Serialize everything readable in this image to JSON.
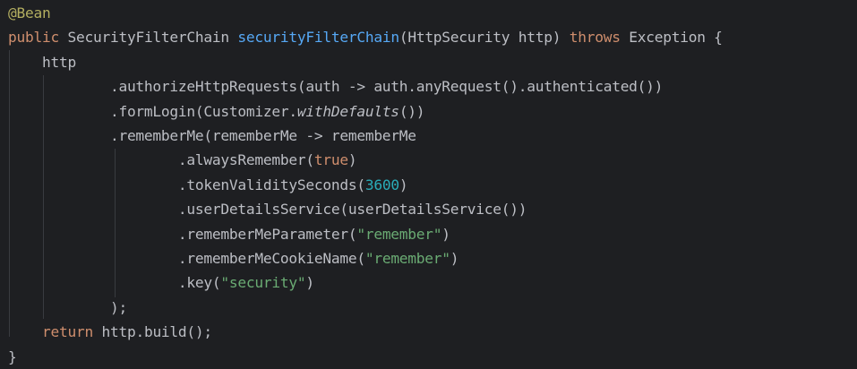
{
  "theme": {
    "background": "#1e1f22",
    "default_text": "#bcbec4",
    "annotation": "#b3ae60",
    "keyword": "#cf8e6d",
    "method_declaration": "#56a8f5",
    "number": "#2aacb8",
    "string": "#6aab73",
    "indent_guide": "#393b40"
  },
  "code": {
    "lines": [
      {
        "tokens": [
          {
            "t": "@Bean",
            "k": "annotation"
          }
        ]
      },
      {
        "tokens": [
          {
            "t": "public",
            "k": "keyword"
          },
          {
            "t": " SecurityFilterChain ",
            "k": "plain"
          },
          {
            "t": "securityFilterChain",
            "k": "method-decl"
          },
          {
            "t": "(HttpSecurity http) ",
            "k": "plain"
          },
          {
            "t": "throws",
            "k": "keyword"
          },
          {
            "t": " Exception {",
            "k": "plain"
          }
        ]
      },
      {
        "tokens": [
          {
            "t": "    http",
            "k": "plain"
          }
        ]
      },
      {
        "tokens": [
          {
            "t": "            .authorizeHttpRequests(auth -> auth.anyRequest().authenticated())",
            "k": "plain"
          }
        ]
      },
      {
        "tokens": [
          {
            "t": "            .formLogin(Customizer.",
            "k": "plain"
          },
          {
            "t": "withDefaults",
            "k": "italic"
          },
          {
            "t": "())",
            "k": "plain"
          }
        ]
      },
      {
        "tokens": [
          {
            "t": "            .rememberMe(rememberMe -> rememberMe",
            "k": "plain"
          }
        ]
      },
      {
        "tokens": [
          {
            "t": "                    .alwaysRemember(",
            "k": "plain"
          },
          {
            "t": "true",
            "k": "keyword"
          },
          {
            "t": ")",
            "k": "plain"
          }
        ]
      },
      {
        "tokens": [
          {
            "t": "                    .tokenValiditySeconds(",
            "k": "plain"
          },
          {
            "t": "3600",
            "k": "number"
          },
          {
            "t": ")",
            "k": "plain"
          }
        ]
      },
      {
        "tokens": [
          {
            "t": "                    .userDetailsService(userDetailsService())",
            "k": "plain"
          }
        ]
      },
      {
        "tokens": [
          {
            "t": "                    .rememberMeParameter(",
            "k": "plain"
          },
          {
            "t": "\"remember\"",
            "k": "string"
          },
          {
            "t": ")",
            "k": "plain"
          }
        ]
      },
      {
        "tokens": [
          {
            "t": "                    .rememberMeCookieName(",
            "k": "plain"
          },
          {
            "t": "\"remember\"",
            "k": "string"
          },
          {
            "t": ")",
            "k": "plain"
          }
        ]
      },
      {
        "tokens": [
          {
            "t": "                    .key(",
            "k": "plain"
          },
          {
            "t": "\"security\"",
            "k": "string"
          },
          {
            "t": ")",
            "k": "plain"
          }
        ]
      },
      {
        "tokens": [
          {
            "t": "            );",
            "k": "plain"
          }
        ]
      },
      {
        "tokens": [
          {
            "t": "    ",
            "k": "plain"
          },
          {
            "t": "return",
            "k": "keyword"
          },
          {
            "t": " http.build();",
            "k": "plain"
          }
        ]
      },
      {
        "tokens": [
          {
            "t": "}",
            "k": "plain"
          }
        ]
      }
    ]
  }
}
